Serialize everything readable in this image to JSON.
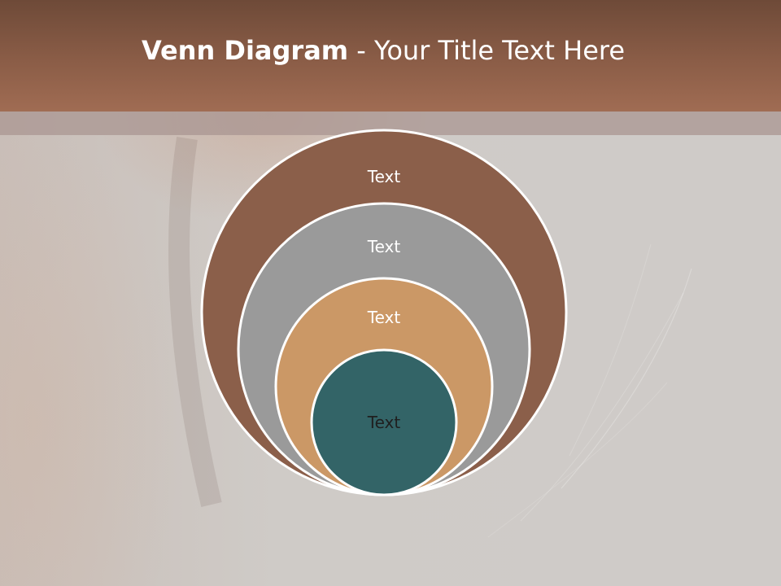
{
  "slide": {
    "title_bold": "Venn Diagram",
    "title_rest": " - Your Title Text Here"
  },
  "diagram": {
    "circles": [
      {
        "label": "Text",
        "color": "#8b5f4a",
        "text_color": "#ffffff"
      },
      {
        "label": "Text",
        "color": "#9a9a9a",
        "text_color": "#ffffff"
      },
      {
        "label": "Text",
        "color": "#cb9866",
        "text_color": "#ffffff"
      },
      {
        "label": "Text",
        "color": "#336467",
        "text_color": "#1f1f1f"
      }
    ]
  },
  "colors": {
    "header": "#8b5d47",
    "background": "#cbc7c3",
    "circle_border": "#ffffff"
  }
}
